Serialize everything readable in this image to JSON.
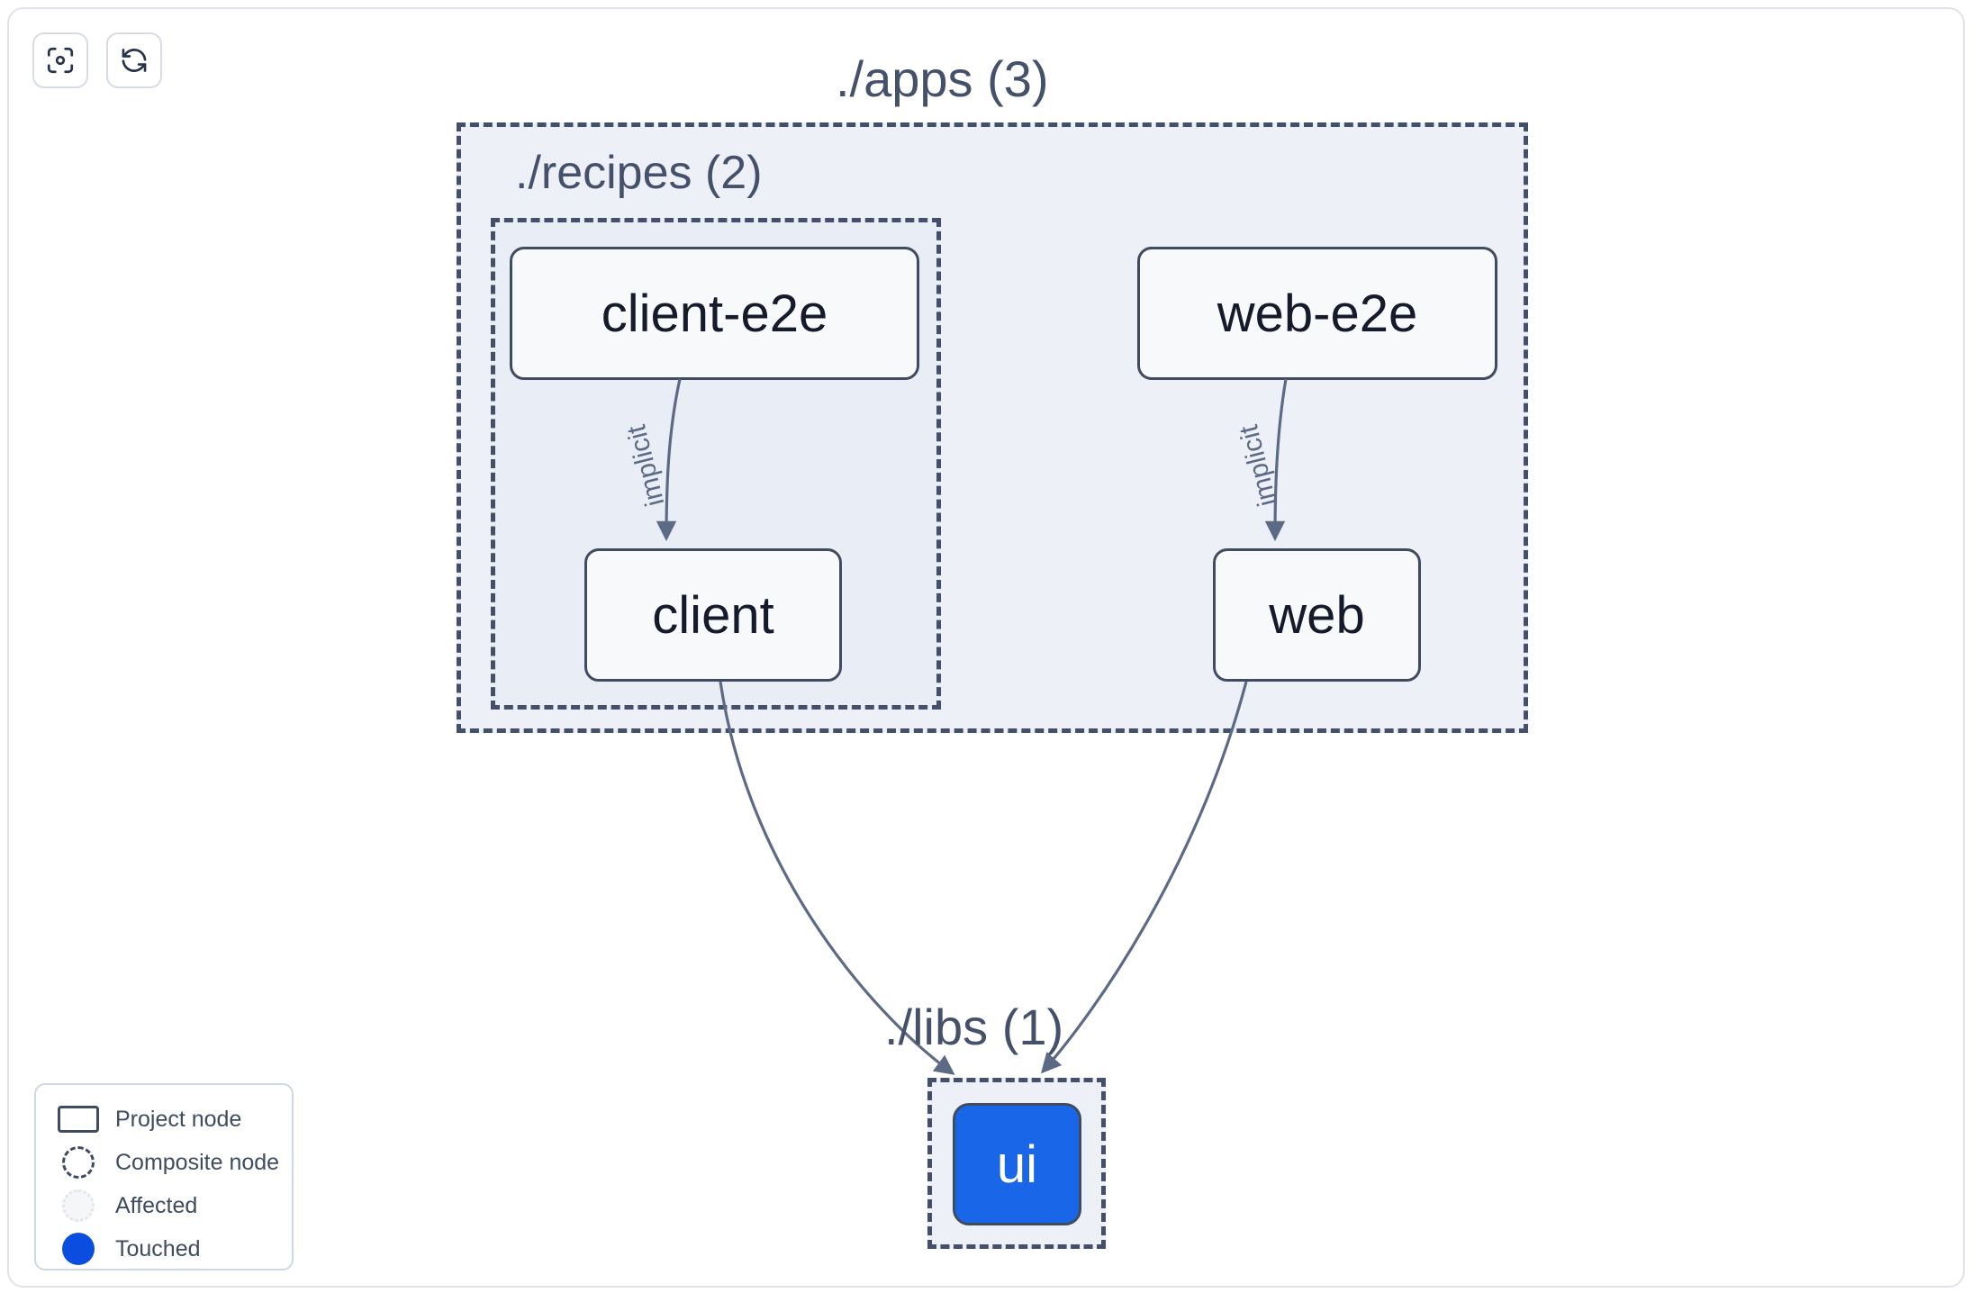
{
  "toolbar": {
    "buttons": [
      {
        "name": "focus-graph-button",
        "icon": "focus-target-icon",
        "label": ""
      },
      {
        "name": "refresh-graph-button",
        "icon": "refresh-icon",
        "label": ""
      }
    ]
  },
  "graph": {
    "groups": [
      {
        "id": "apps",
        "label": "./apps (3)",
        "count": 3,
        "type": "composite"
      },
      {
        "id": "recipes",
        "label": "./recipes (2)",
        "count": 2,
        "type": "composite"
      },
      {
        "id": "libs",
        "label": "./libs (1)",
        "count": 1,
        "type": "composite"
      }
    ],
    "nodes": [
      {
        "id": "client-e2e",
        "label": "client-e2e",
        "group": "recipes",
        "state": "normal"
      },
      {
        "id": "web-e2e",
        "label": "web-e2e",
        "group": "apps",
        "state": "normal"
      },
      {
        "id": "client",
        "label": "client",
        "group": "recipes",
        "state": "normal"
      },
      {
        "id": "web",
        "label": "web",
        "group": "apps",
        "state": "normal"
      },
      {
        "id": "ui",
        "label": "ui",
        "group": "libs",
        "state": "touched"
      }
    ],
    "edges": [
      {
        "from": "client-e2e",
        "to": "client",
        "label": "implicit"
      },
      {
        "from": "web-e2e",
        "to": "web",
        "label": "implicit"
      },
      {
        "from": "client",
        "to": "ui",
        "label": ""
      },
      {
        "from": "web",
        "to": "ui",
        "label": ""
      }
    ]
  },
  "legend": {
    "items": [
      {
        "swatch": "project-node-swatch",
        "label": "Project node"
      },
      {
        "swatch": "composite-node-swatch",
        "label": "Composite node"
      },
      {
        "swatch": "affected-swatch",
        "label": "Affected"
      },
      {
        "swatch": "touched-swatch",
        "label": "Touched"
      }
    ]
  },
  "colors": {
    "touched": "#0b4ddf",
    "touched_node": "#1a66e8",
    "group_bg": "#edf0f6",
    "group_border": "#44506b",
    "node_border": "#3f4b5f",
    "node_bg": "#f8f9fb",
    "node_text": "#151b2b",
    "label_text": "#45506a",
    "edge": "#5d6a85",
    "canvas_border": "#dfe3ec"
  }
}
